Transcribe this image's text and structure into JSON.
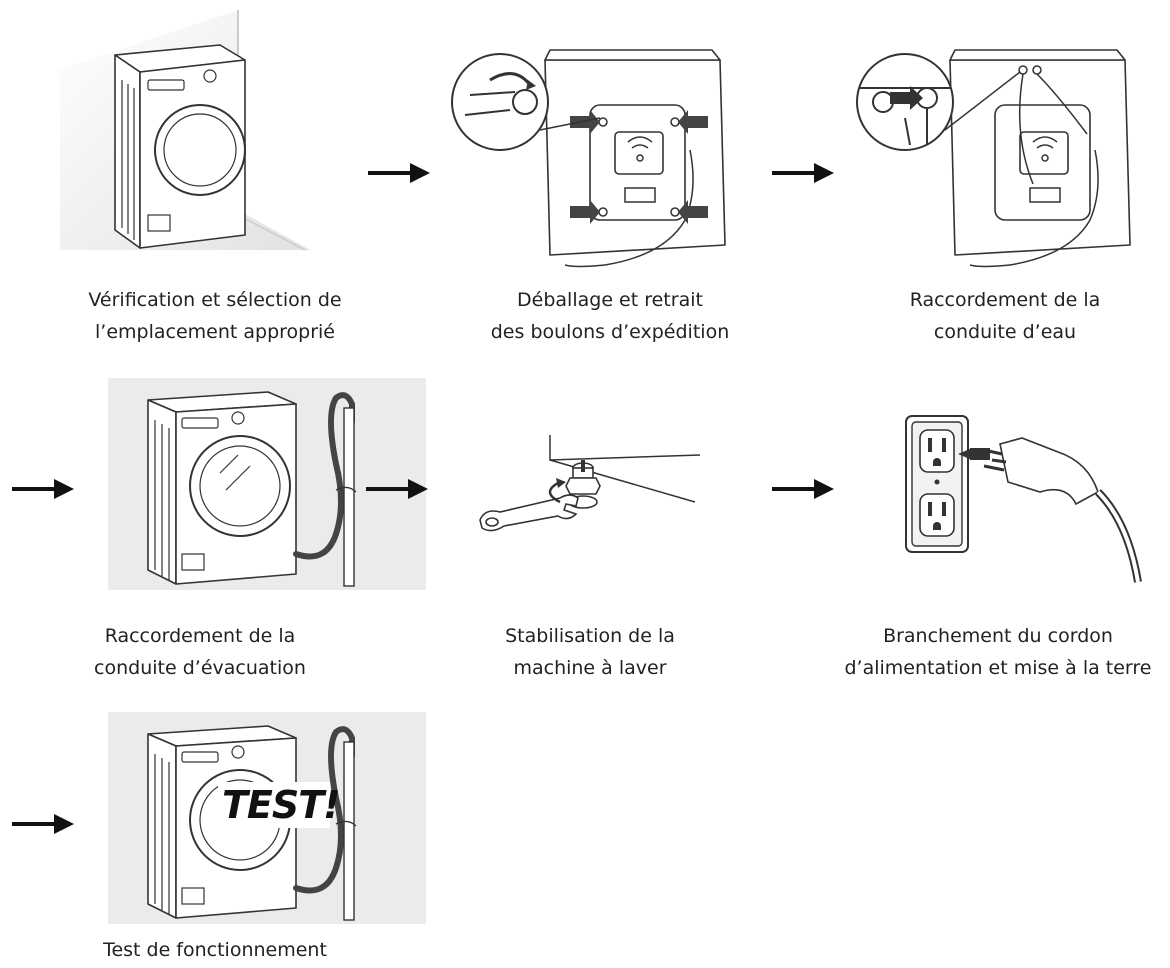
{
  "steps": [
    {
      "id": 1,
      "lines": [
        "Vérification et sélection de",
        "l’emplacement approprié"
      ]
    },
    {
      "id": 2,
      "lines": [
        "Déballage et retrait",
        "des boulons d’expédition"
      ]
    },
    {
      "id": 3,
      "lines": [
        "Raccordement de la",
        "conduite d’eau"
      ]
    },
    {
      "id": 4,
      "lines": [
        "Raccordement de la",
        "conduite d’évacuation"
      ]
    },
    {
      "id": 5,
      "lines": [
        "Stabilisation de la",
        "machine à laver"
      ]
    },
    {
      "id": 6,
      "lines": [
        "Branchement du cordon",
        "d’alimentation et mise à la terre"
      ]
    },
    {
      "id": 7,
      "lines": [
        "Test de fonctionnement",
        ""
      ]
    }
  ],
  "test_badge": "TEST!",
  "colors": {
    "stroke": "#333333",
    "background_panel": "#ebebeb",
    "arrow": "#111111"
  }
}
